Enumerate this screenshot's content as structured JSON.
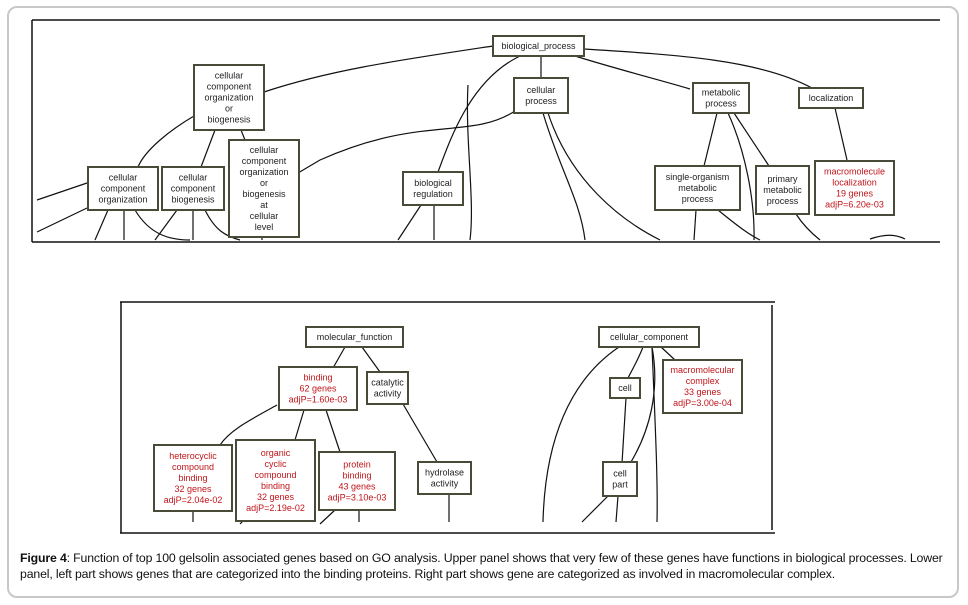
{
  "figure": {
    "caption_label": "Figure 4",
    "caption_text": ": Function of top 100 gelsolin associated genes based on GO analysis. Upper panel shows that very few of these genes have functions in biological processes. Lower panel, left part shows genes that are categorized into the binding proteins. Right part shows gene are categorized as involved in macromolecular complex."
  },
  "colors": {
    "significant_text": "#c0151a",
    "normal_text": "#222222",
    "node_border": "#4a4a38"
  },
  "upper_panel": {
    "name": "biological_process",
    "nodes": [
      {
        "id": "bp",
        "lines": [
          "biological_process"
        ],
        "significant": false
      },
      {
        "id": "ccob",
        "lines": [
          "cellular",
          "component",
          "organization",
          "or",
          "biogenesis"
        ],
        "significant": false
      },
      {
        "id": "cp",
        "lines": [
          "cellular",
          "process"
        ],
        "significant": false
      },
      {
        "id": "mp",
        "lines": [
          "metabolic",
          "process"
        ],
        "significant": false
      },
      {
        "id": "loc",
        "lines": [
          "localization"
        ],
        "significant": false
      },
      {
        "id": "cco",
        "lines": [
          "cellular",
          "component",
          "organization"
        ],
        "significant": false
      },
      {
        "id": "ccb",
        "lines": [
          "cellular",
          "component",
          "biogenesis"
        ],
        "significant": false
      },
      {
        "id": "ccobcl",
        "lines": [
          "cellular",
          "component",
          "organization",
          "or",
          "biogenesis",
          "at",
          "cellular",
          "level"
        ],
        "significant": false
      },
      {
        "id": "br",
        "lines": [
          "biological",
          "regulation"
        ],
        "significant": false
      },
      {
        "id": "somp",
        "lines": [
          "single-organism",
          "metabolic",
          "process"
        ],
        "significant": false
      },
      {
        "id": "pmp",
        "lines": [
          "primary",
          "metabolic",
          "process"
        ],
        "significant": false
      },
      {
        "id": "ml",
        "lines": [
          "macromolecule",
          "localization",
          "19 genes",
          "adjP=6.20e-03"
        ],
        "significant": true
      }
    ]
  },
  "lower_left_panel": {
    "name": "molecular_function",
    "nodes": [
      {
        "id": "mf",
        "lines": [
          "molecular_function"
        ],
        "significant": false
      },
      {
        "id": "bind",
        "lines": [
          "binding",
          "62 genes",
          "adjP=1.60e-03"
        ],
        "significant": true
      },
      {
        "id": "cat",
        "lines": [
          "catalytic",
          "activity"
        ],
        "significant": false
      },
      {
        "id": "hcb",
        "lines": [
          "heterocyclic",
          "compound",
          "binding",
          "32 genes",
          "adjP=2.04e-02"
        ],
        "significant": true
      },
      {
        "id": "occb",
        "lines": [
          "organic",
          "cyclic",
          "compound",
          "binding",
          "32 genes",
          "adjP=2.19e-02"
        ],
        "significant": true
      },
      {
        "id": "pb",
        "lines": [
          "protein",
          "binding",
          "43 genes",
          "adjP=3.10e-03"
        ],
        "significant": true
      },
      {
        "id": "hyd",
        "lines": [
          "hydrolase",
          "activity"
        ],
        "significant": false
      }
    ]
  },
  "lower_right_panel": {
    "name": "cellular_component",
    "nodes": [
      {
        "id": "cc",
        "lines": [
          "cellular_component"
        ],
        "significant": false
      },
      {
        "id": "cell",
        "lines": [
          "cell"
        ],
        "significant": false
      },
      {
        "id": "mc",
        "lines": [
          "macromolecular",
          "complex",
          "33 genes",
          "adjP=3.00e-04"
        ],
        "significant": true
      },
      {
        "id": "cellpart",
        "lines": [
          "cell",
          "part"
        ],
        "significant": false
      }
    ]
  }
}
